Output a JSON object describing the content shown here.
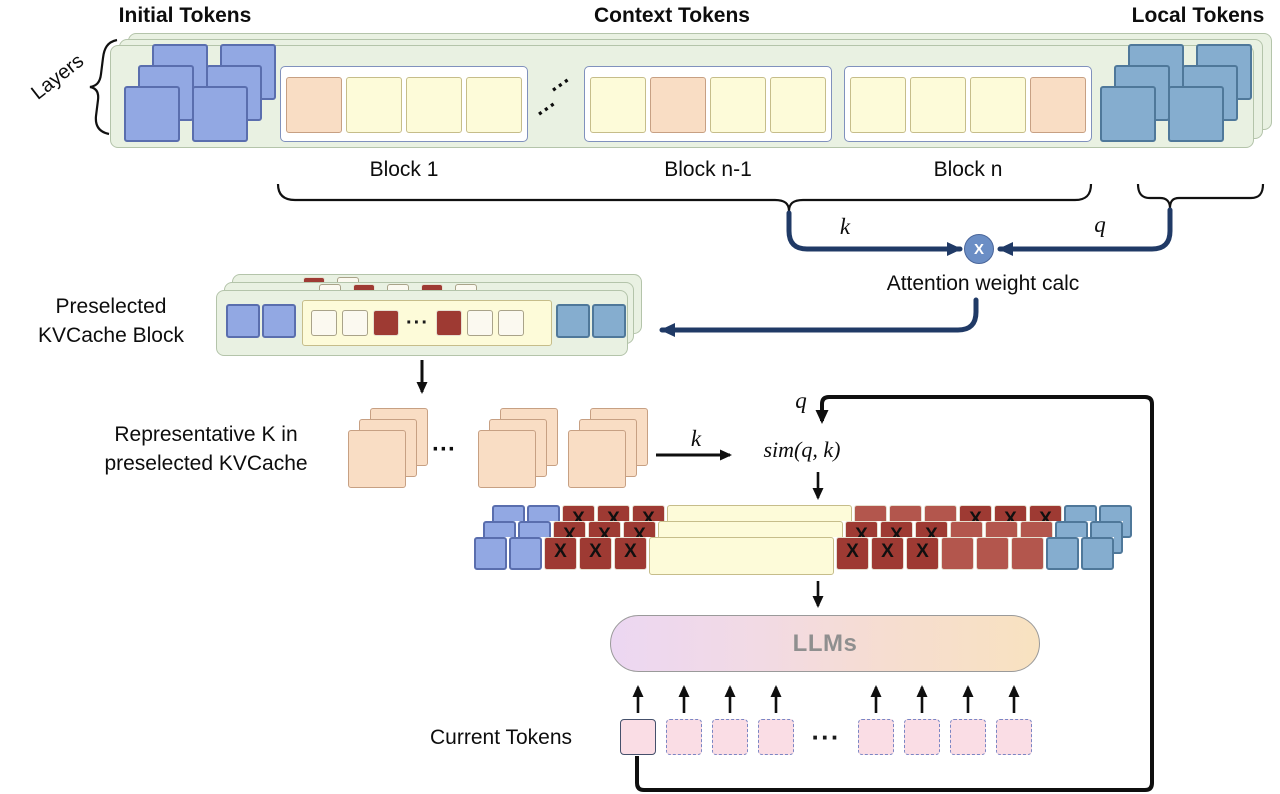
{
  "labels": {
    "dots": "···",
    "x_mark": "X"
  },
  "band": {
    "initial_label": "Initial Tokens",
    "context_label": "Context Tokens",
    "local_label": "Local Tokens",
    "layers_label": "Layers",
    "blocks": [
      {
        "label": "Block 1",
        "front": [
          "orange",
          "yellow",
          "yellow",
          "yellow"
        ],
        "mid": [
          "yellow",
          "orange",
          "yellow",
          "yellow"
        ],
        "back": [
          "orange",
          "yellow",
          "yellow",
          "yellow"
        ]
      },
      {
        "label": "Block n-1",
        "front": [
          "yellow",
          "orange",
          "yellow",
          "yellow"
        ],
        "mid": [
          "orange",
          "yellow",
          "yellow",
          "yellow"
        ],
        "back": [
          "yellow",
          "yellow",
          "orange",
          "yellow"
        ]
      },
      {
        "label": "Block n",
        "front": [
          "yellow",
          "yellow",
          "yellow",
          "orange"
        ],
        "mid": [
          "yellow",
          "orange",
          "yellow",
          "yellow"
        ],
        "back": [
          "yellow",
          "yellow",
          "orange",
          "orange"
        ]
      }
    ]
  },
  "attention": {
    "k_label": "k",
    "q_label": "q",
    "multiply_symbol": "X",
    "caption": "Attention weight calc"
  },
  "preselected": {
    "label_line1": "Preselected",
    "label_line2": "KVCache Block",
    "left_tokens": [
      "blue",
      "blue"
    ],
    "strip_tokens": [
      "white",
      "white",
      "darkred",
      "dots",
      "darkred",
      "white",
      "white"
    ],
    "right_tokens": [
      "steel",
      "steel"
    ],
    "mid_peek": [
      "white",
      "darkred",
      "white",
      "darkred",
      "white"
    ],
    "back_peek": [
      "darkred",
      "white"
    ]
  },
  "representative": {
    "label_line1": "Representative K in",
    "label_line2": "preselected KVCache",
    "k_label": "k",
    "q_label": "q",
    "sim_label": "sim(q, k)"
  },
  "selection": {
    "back": [
      "blue",
      "blue",
      "darkredX",
      "darkredX",
      "darkredX",
      "strip",
      "red",
      "red",
      "red",
      "darkredX",
      "darkredX",
      "darkredX",
      "steel",
      "steel"
    ],
    "mid": [
      "blue",
      "blue",
      "darkredX",
      "darkredX",
      "darkredX",
      "strip",
      "darkredX",
      "darkredX",
      "darkredX",
      "red",
      "red",
      "red",
      "steel",
      "steel"
    ],
    "front": [
      "blue",
      "blue",
      "darkredX",
      "darkredX",
      "darkredX",
      "strip",
      "darkredX",
      "darkredX",
      "darkredX",
      "red",
      "red",
      "red",
      "steel",
      "steel"
    ]
  },
  "llm": {
    "label": "LLMs"
  },
  "current": {
    "label": "Current Tokens",
    "tokens": [
      "pinkSolid",
      "pink",
      "pink",
      "pink",
      "dots",
      "pink",
      "pink",
      "pink",
      "pink"
    ]
  },
  "colors": {
    "band-fill": "#e9f1e2",
    "band-border": "#b4c4aa",
    "card-border": "#8091bd",
    "token-blue": "#92a8e3",
    "token-blue-border": "#5a6eae",
    "token-steel": "#85adcf",
    "token-steel-border": "#4f789a",
    "token-orange": "#f9ddc4",
    "token-orange-border": "#c7a083",
    "token-yellow": "#fdfbd9",
    "token-yellow-border": "#c6bd8a",
    "token-white": "#fbf9f0",
    "token-white-border": "#a9a389",
    "token-darkred": "#9e3a33",
    "token-red": "#b3564d",
    "token-red-border": "#e6dfd0",
    "token-pink": "#fadde5",
    "pink-dash-border": "#7b86c4",
    "pink-solid-border": "#45506b",
    "navy": "#203a66",
    "circle-fill": "#6b8ec5",
    "circle-border": "#49659a",
    "llm-text": "#8f8f8f"
  }
}
